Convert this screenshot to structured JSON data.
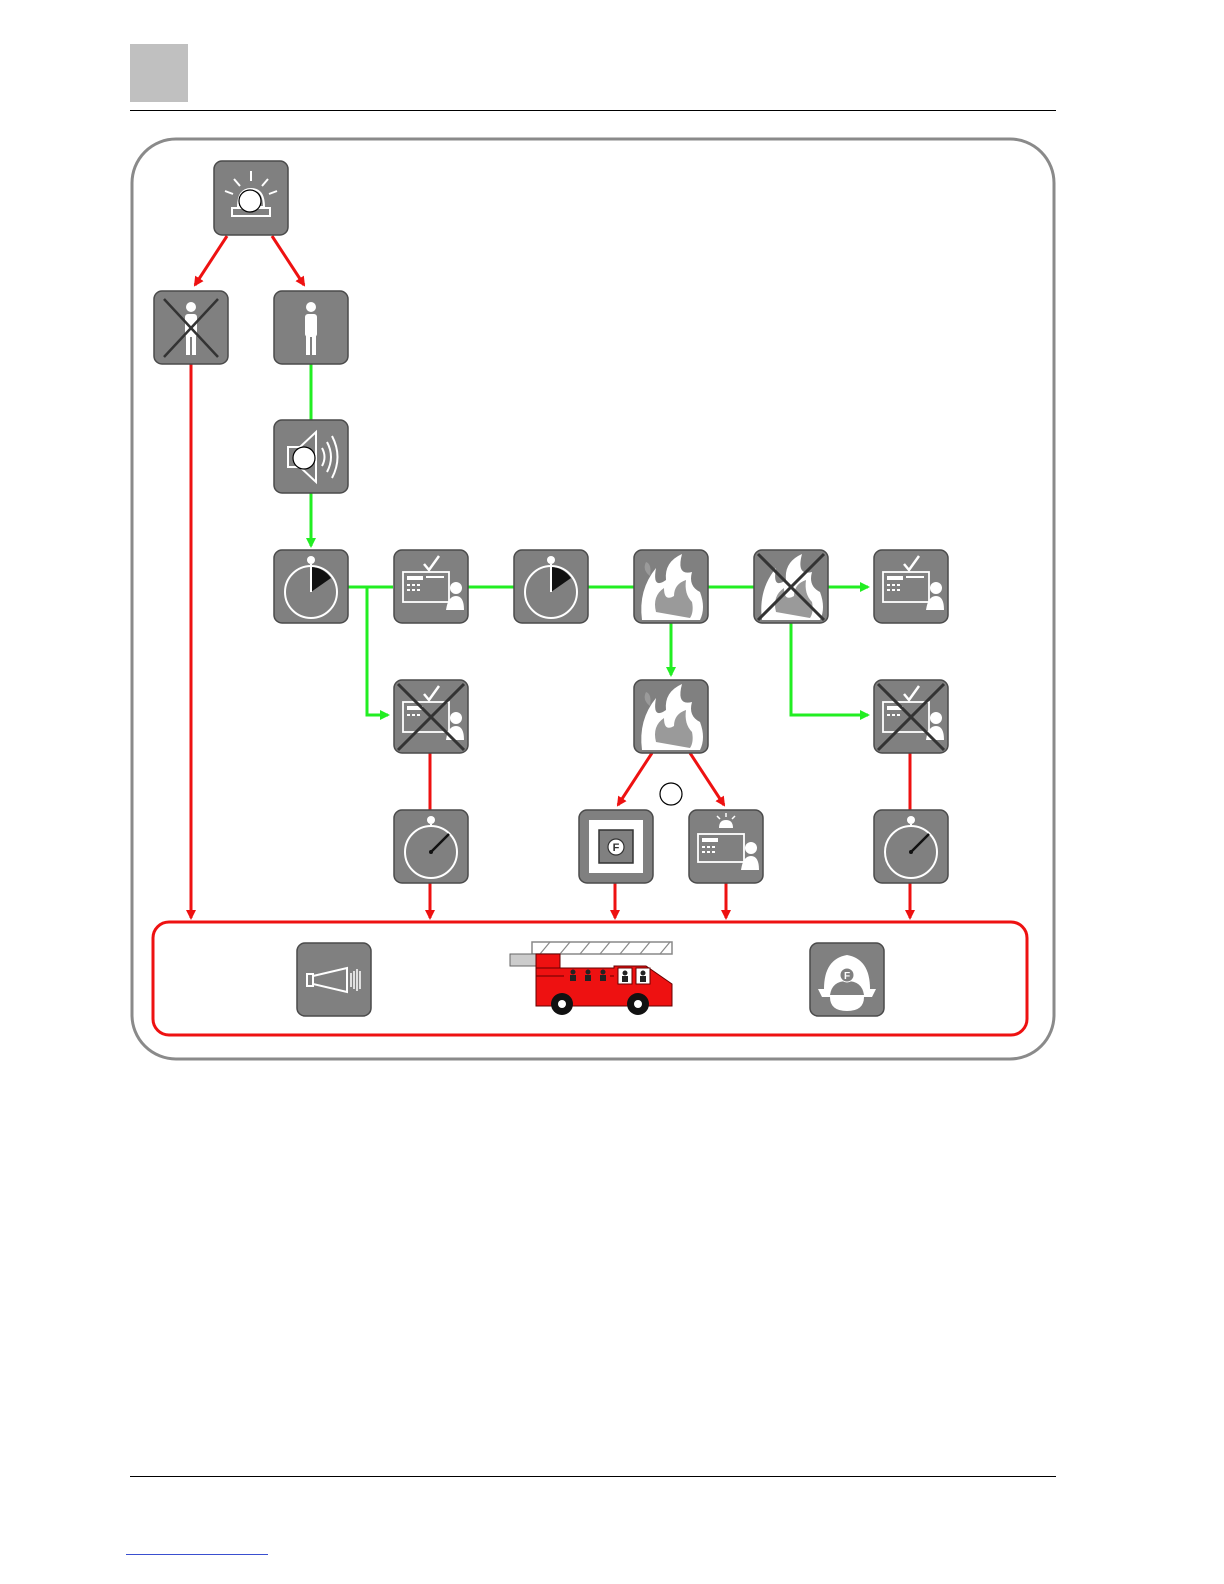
{
  "colors": {
    "alarm_path": "#ee1111",
    "normal_path": "#22ee22",
    "tile": "#808080",
    "tile_border": "#4a4a4a",
    "frame": "#8a8a8a",
    "chapter_box": "#c0c0c0"
  },
  "diagram": {
    "nodes": [
      {
        "id": "n-alarm",
        "icon": "beacon-icon",
        "marker": "circle"
      },
      {
        "id": "n-person-absent",
        "icon": "person-crossed-icon"
      },
      {
        "id": "n-person-present",
        "icon": "person-icon"
      },
      {
        "id": "n-sounder",
        "icon": "loudspeaker-icon",
        "marker": "circle"
      },
      {
        "id": "n-timer-1",
        "icon": "stopwatch-icon",
        "fill_fraction": 0.12
      },
      {
        "id": "n-ack-1",
        "icon": "panel-acknowledge-icon"
      },
      {
        "id": "n-timer-2",
        "icon": "stopwatch-icon",
        "fill_fraction": 0.12
      },
      {
        "id": "n-fire-check",
        "icon": "flame-icon"
      },
      {
        "id": "n-no-fire",
        "icon": "flame-crossed-icon"
      },
      {
        "id": "n-ack-reset",
        "icon": "panel-acknowledge-icon"
      },
      {
        "id": "n-no-ack-1",
        "icon": "panel-acknowledge-crossed-icon"
      },
      {
        "id": "n-fire-confirmed",
        "icon": "flame-icon",
        "marker": "circle"
      },
      {
        "id": "n-no-ack-2",
        "icon": "panel-acknowledge-crossed-icon"
      },
      {
        "id": "n-timer-expired-1",
        "icon": "stopwatch-expired-icon"
      },
      {
        "id": "n-manual-call-point",
        "icon": "manual-call-point-icon"
      },
      {
        "id": "n-panel-alarm",
        "icon": "panel-alarm-icon"
      },
      {
        "id": "n-timer-expired-2",
        "icon": "stopwatch-expired-icon"
      }
    ],
    "outcomes": [
      {
        "id": "o-horn",
        "icon": "horn-icon"
      },
      {
        "id": "o-fire-truck",
        "icon": "fire-truck-icon"
      },
      {
        "id": "o-firefighter",
        "icon": "firefighter-helmet-icon"
      }
    ]
  }
}
